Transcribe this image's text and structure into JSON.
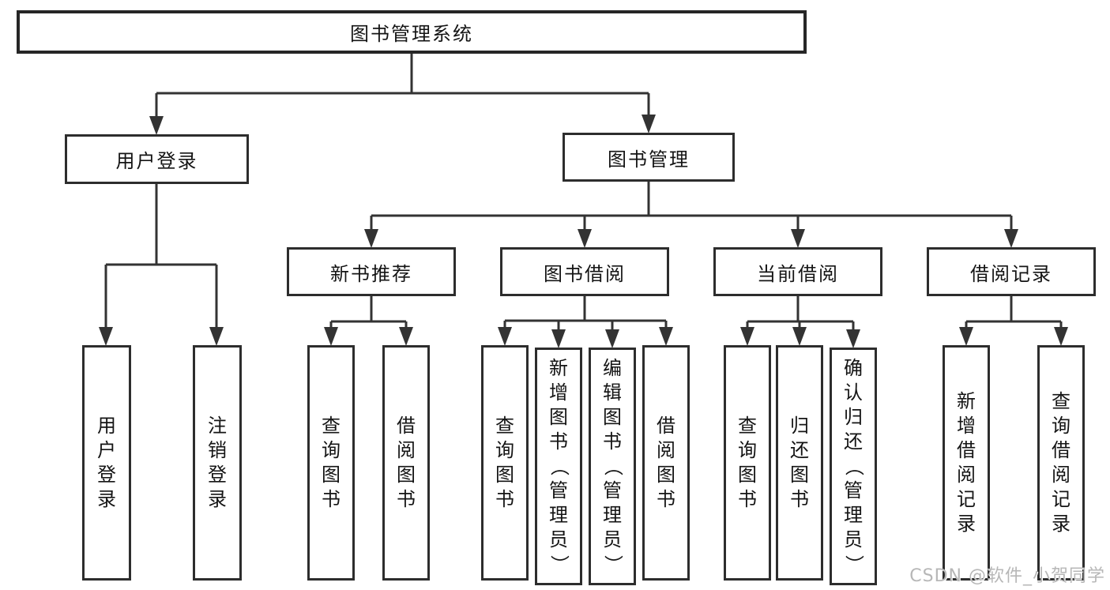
{
  "tree": {
    "label": "图书管理系统",
    "children": [
      {
        "label": "用户登录",
        "children": [
          {
            "label": "用户登录"
          },
          {
            "label": "注销登录"
          }
        ]
      },
      {
        "label": "图书管理",
        "children": [
          {
            "label": "新书推荐",
            "children": [
              {
                "label": "查询图书"
              },
              {
                "label": "借阅图书"
              }
            ]
          },
          {
            "label": "图书借阅",
            "children": [
              {
                "label": "查询图书"
              },
              {
                "label": "新增图书（管理员）"
              },
              {
                "label": "编辑图书（管理员）"
              },
              {
                "label": "借阅图书"
              }
            ]
          },
          {
            "label": "当前借阅",
            "children": [
              {
                "label": "查询图书"
              },
              {
                "label": "归还图书"
              },
              {
                "label": "确认归还（管理员）"
              }
            ]
          },
          {
            "label": "借阅记录",
            "children": [
              {
                "label": "新增借阅记录"
              },
              {
                "label": "查询借阅记录"
              }
            ]
          }
        ]
      }
    ]
  },
  "watermark": {
    "text": "CSDN @软件_小贺同学"
  },
  "colors": {
    "line": "#333333",
    "box_border": "#2d2d2d",
    "text": "#141414",
    "watermark": "#b7b7b7",
    "background": "#ffffff"
  }
}
